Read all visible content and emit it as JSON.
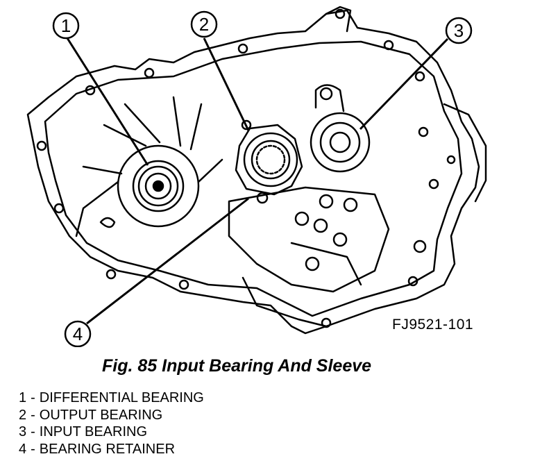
{
  "figure": {
    "code": "FJ9521-101",
    "caption": "Fig. 85 Input Bearing And Sleeve"
  },
  "callouts": [
    {
      "number": "1",
      "label": "DIFFERENTIAL BEARING"
    },
    {
      "number": "2",
      "label": "OUTPUT BEARING"
    },
    {
      "number": "3",
      "label": "INPUT BEARING"
    },
    {
      "number": "4",
      "label": "BEARING RETAINER"
    }
  ],
  "legend_separator": "-"
}
